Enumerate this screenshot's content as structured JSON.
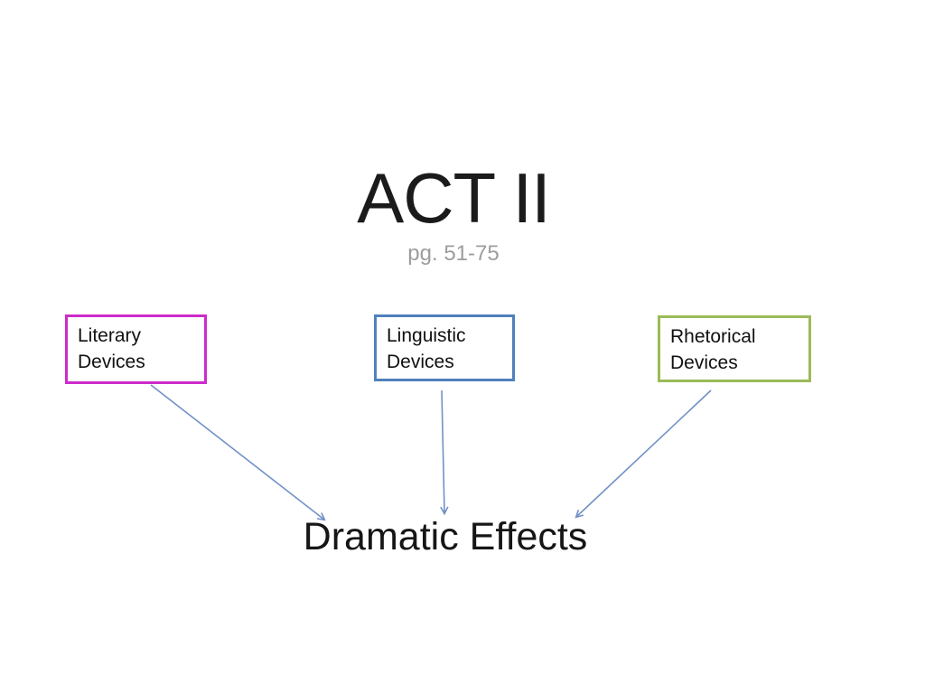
{
  "slide": {
    "title": "ACT II",
    "subtitle": "pg. 51-75",
    "boxes": [
      {
        "name": "literary-devices",
        "lines": [
          "Literary",
          "Devices"
        ],
        "border_color": "#cd2bcb"
      },
      {
        "name": "linguistic-devices",
        "lines": [
          "Linguistic",
          "Devices"
        ],
        "border_color": "#4f81bd"
      },
      {
        "name": "rhetorical-devices",
        "lines": [
          "Rhetorical",
          "Devices"
        ],
        "border_color": "#9bbb59"
      }
    ],
    "target_text": "Dramatic Effects",
    "connections": [
      {
        "from": "Literary Devices",
        "to": "Dramatic Effects"
      },
      {
        "from": "Linguistic Devices",
        "to": "Dramatic Effects"
      },
      {
        "from": "Rhetorical Devices",
        "to": "Dramatic Effects"
      }
    ],
    "colors": {
      "background": "#ffffff",
      "title_text": "#1b1b1b",
      "subtitle_text": "#9d9d9d",
      "body_text": "#111111",
      "target_text": "#161616",
      "arrow": "#7191c6"
    }
  }
}
